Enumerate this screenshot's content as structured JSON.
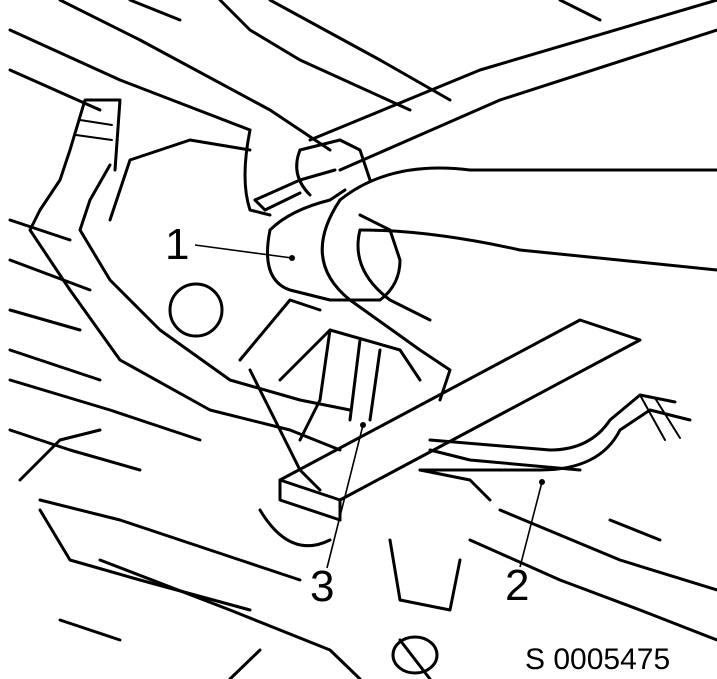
{
  "callouts": [
    {
      "label": "1"
    },
    {
      "label": "2"
    },
    {
      "label": "3"
    }
  ],
  "reference_code": "S 0005475"
}
